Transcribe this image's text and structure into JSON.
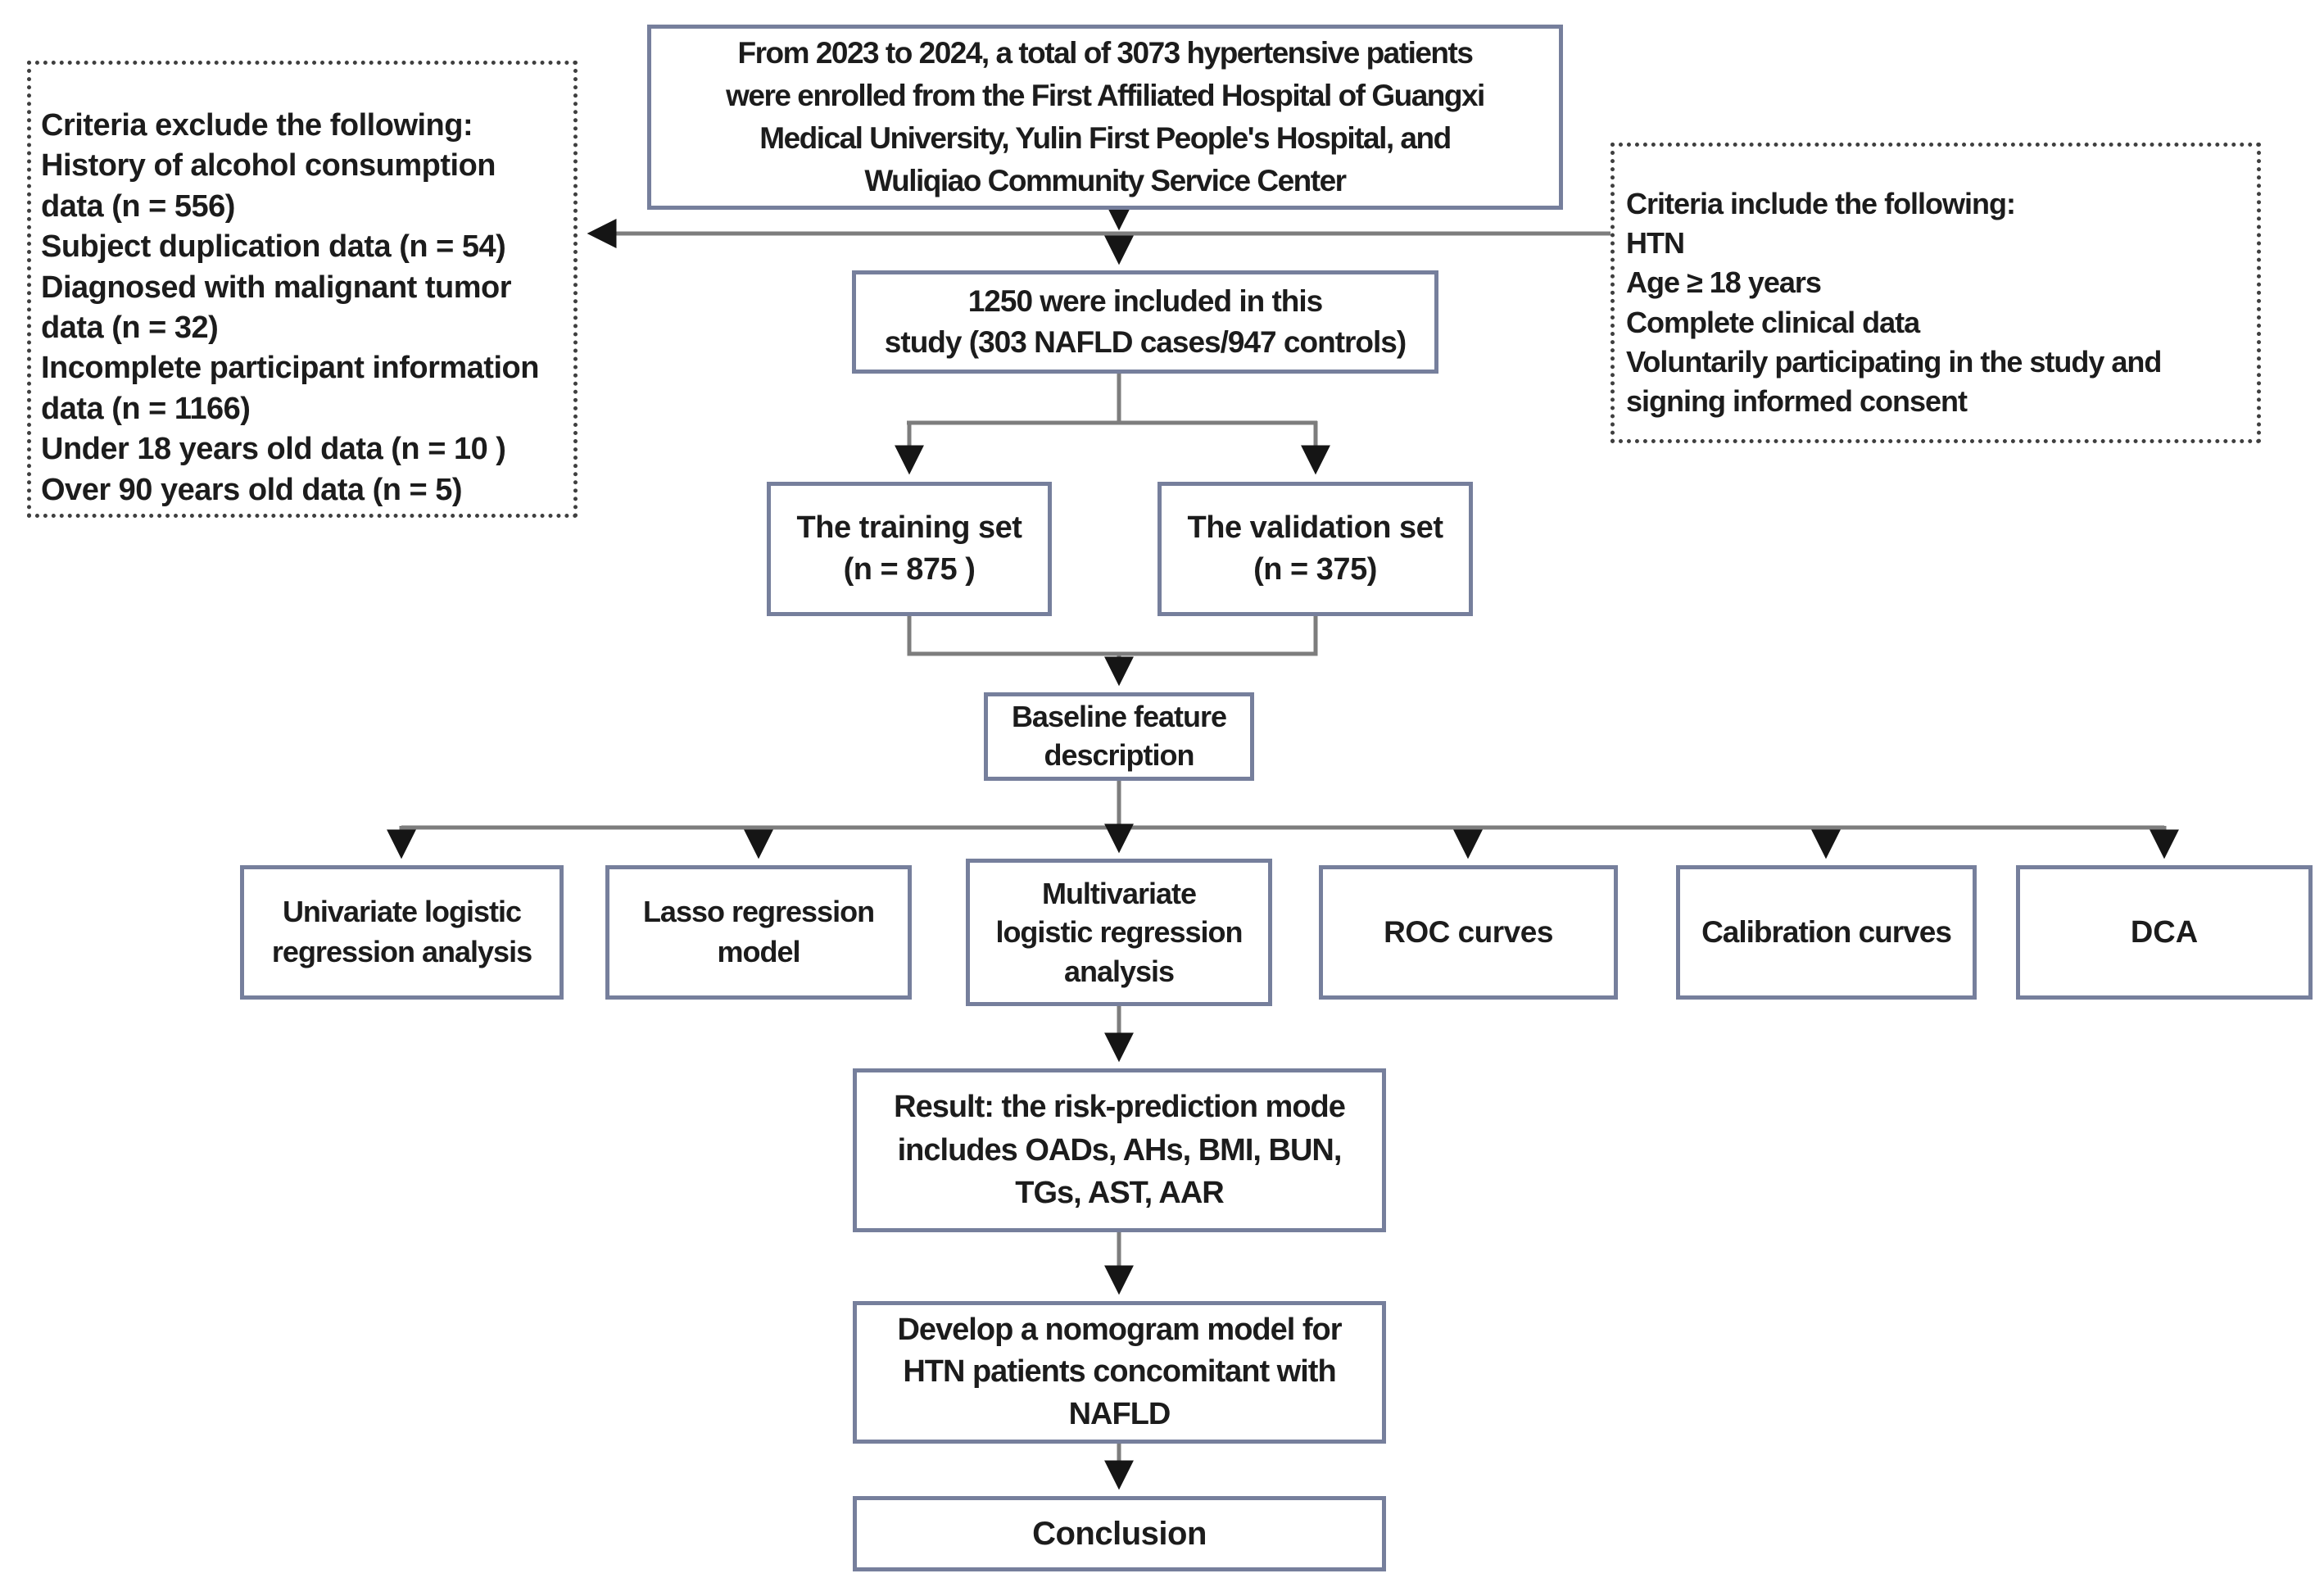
{
  "diagram": {
    "enrollment": "From 2023 to 2024, a total of 3073 hypertensive patients\nwere enrolled from the First Affiliated Hospital of Guangxi\nMedical University, Yulin First People's Hospital, and\nWuliqiao Community Service Center",
    "exclusion": {
      "title": "Criteria exclude the following:",
      "items": [
        "History of alcohol consumption data (n = 556)",
        "Subject duplication data (n = 54)",
        "Diagnosed with malignant tumor data (n = 32)",
        "Incomplete participant information data (n = 1166)",
        "Under 18 years old data (n = 10 )",
        "Over 90 years old data (n = 5)"
      ]
    },
    "inclusion": {
      "title": "Criteria include the following:",
      "items": [
        "HTN",
        "Age ≥ 18 years",
        "Complete clinical data",
        "Voluntarily participating in the study and signing informed consent"
      ]
    },
    "included": "1250 were included in this\nstudy (303 NAFLD cases/947 controls)",
    "training_set": "The training set\n(n = 875 )",
    "validation_set": "The validation set\n(n = 375)",
    "baseline": "Baseline feature\ndescription",
    "analyses": {
      "univariate": "Univariate logistic\nregression analysis",
      "lasso": "Lasso regression\nmodel",
      "multivariate": "Multivariate\nlogistic regression\nanalysis",
      "roc": "ROC curves",
      "calibration": "Calibration curves",
      "dca": "DCA"
    },
    "result": "Result: the risk-prediction mode\nincludes OADs, AHs, BMI, BUN,\nTGs, AST, AAR",
    "nomogram": "Develop a nomogram model for\nHTN patients concomitant with\nNAFLD",
    "conclusion": "Conclusion",
    "colors": {
      "box_border": "#767f9c",
      "dashed_border": "#3f3f3f",
      "line": "#7d7d7d",
      "arrow": "#151515",
      "text": "#1c1c1c"
    }
  }
}
